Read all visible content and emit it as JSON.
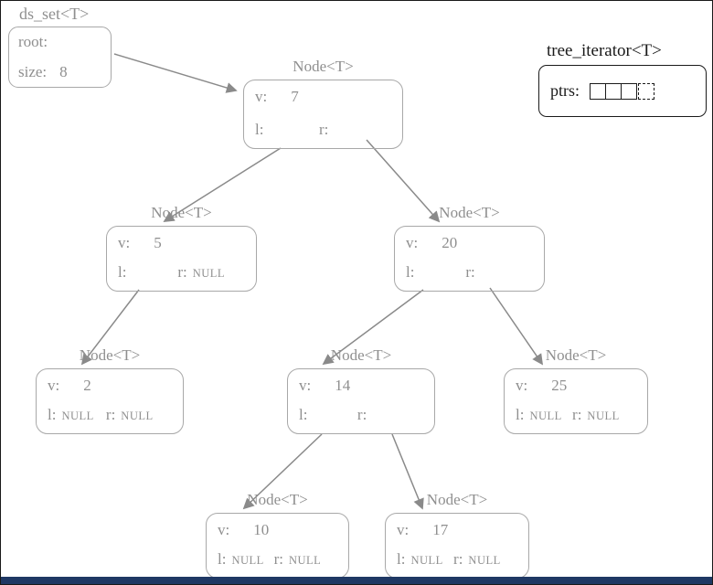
{
  "set_box": {
    "title": "ds_set<T>",
    "root_label": "root:",
    "size_label": "size:",
    "size_value": "8"
  },
  "iterator": {
    "title": "tree_iterator<T>",
    "ptrs_label": "ptrs:"
  },
  "nodes": [
    {
      "title": "Node<T>",
      "v_label": "v:",
      "value": "7",
      "l_label": "l:",
      "l_value": "",
      "r_label": "r:",
      "r_value": ""
    },
    {
      "title": "Node<T>",
      "v_label": "v:",
      "value": "5",
      "l_label": "l:",
      "l_value": "",
      "r_label": "r:",
      "r_value": "NULL"
    },
    {
      "title": "Node<T>",
      "v_label": "v:",
      "value": "20",
      "l_label": "l:",
      "l_value": "",
      "r_label": "r:",
      "r_value": ""
    },
    {
      "title": "Node<T>",
      "v_label": "v:",
      "value": "2",
      "l_label": "l:",
      "l_value": "NULL",
      "r_label": "r:",
      "r_value": "NULL"
    },
    {
      "title": "Node<T>",
      "v_label": "v:",
      "value": "14",
      "l_label": "l:",
      "l_value": "",
      "r_label": "r:",
      "r_value": ""
    },
    {
      "title": "Node<T>",
      "v_label": "v:",
      "value": "25",
      "l_label": "l:",
      "l_value": "NULL",
      "r_label": "r:",
      "r_value": "NULL"
    },
    {
      "title": "Node<T>",
      "v_label": "v:",
      "value": "10",
      "l_label": "l:",
      "l_value": "NULL",
      "r_label": "r:",
      "r_value": "NULL"
    },
    {
      "title": "Node<T>",
      "v_label": "v:",
      "value": "17",
      "l_label": "l:",
      "l_value": "NULL",
      "r_label": "r:",
      "r_value": "NULL"
    }
  ],
  "edges": [
    {
      "from": "root",
      "to": "7"
    },
    {
      "from": "7.l",
      "to": "5"
    },
    {
      "from": "7.r",
      "to": "20"
    },
    {
      "from": "5.l",
      "to": "2"
    },
    {
      "from": "20.l",
      "to": "14"
    },
    {
      "from": "20.r",
      "to": "25"
    },
    {
      "from": "14.l",
      "to": "10"
    },
    {
      "from": "14.r",
      "to": "17"
    }
  ]
}
